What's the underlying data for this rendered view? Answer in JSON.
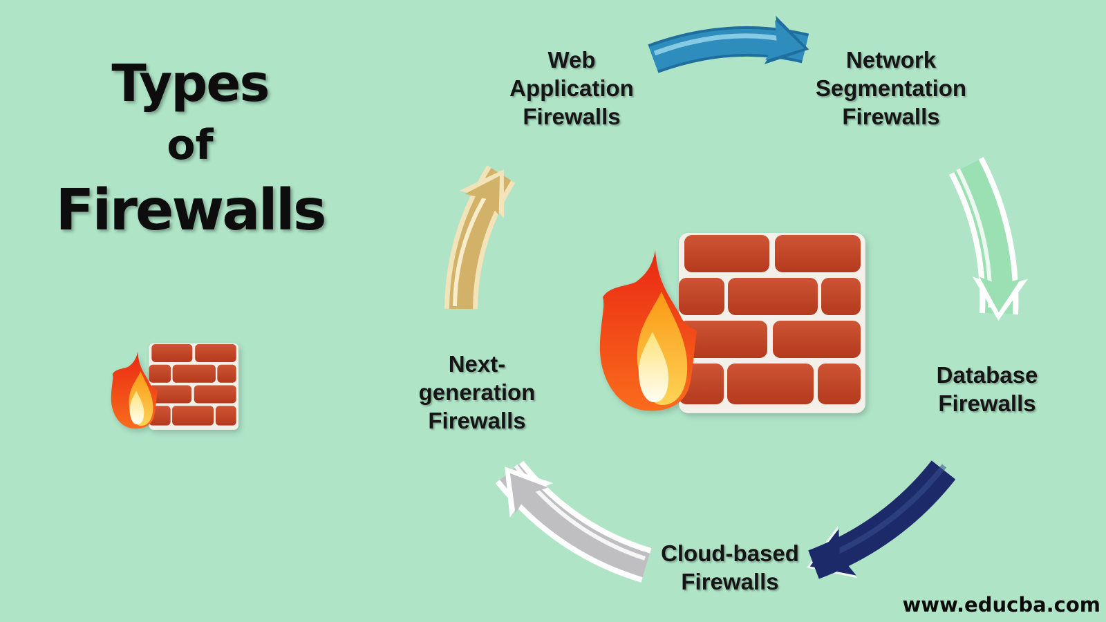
{
  "title": {
    "lines": [
      "Types",
      "of",
      "Firewalls"
    ]
  },
  "watermark": "www.educba.com",
  "nodes": {
    "web_application": {
      "lines": [
        "Web",
        "Application",
        "Firewalls"
      ]
    },
    "network_segmentation": {
      "lines": [
        "Network",
        "Segmentation",
        "Firewalls"
      ]
    },
    "database": {
      "lines": [
        "Database",
        "Firewalls"
      ]
    },
    "cloud_based": {
      "lines": [
        "Cloud-based",
        "Firewalls"
      ]
    },
    "next_generation": {
      "lines": [
        "Next-",
        "generation",
        "Firewalls"
      ]
    }
  },
  "arrows": {
    "blue": {
      "color": "#2f8dbd",
      "edge_color": "#1f6f9e",
      "from": "Web Application Firewalls",
      "to": "Network Segmentation Firewalls"
    },
    "green": {
      "color": "#9be0b3",
      "outline_color": "#ffffff",
      "from": "Network Segmentation Firewalls",
      "to": "Database Firewalls"
    },
    "navy": {
      "color": "#1c2a6a",
      "from": "Database Firewalls",
      "to": "Cloud-based Firewalls"
    },
    "gray": {
      "color": "#bfbfc1",
      "outline_color": "#ffffff",
      "from": "Cloud-based Firewalls",
      "to": "Next-generation Firewalls"
    },
    "tan": {
      "color": "#d2b269",
      "outline_color": "#f2e3b8",
      "from": "Next-generation Firewalls",
      "to": "Web Application Firewalls"
    }
  },
  "colors": {
    "background": "#afe4c7",
    "text": "#0d0d0d",
    "panel": "#f3f0e9",
    "brick_light": "#cd5434",
    "brick_dark": "#b53a1e",
    "flame_red_top": "#e92813",
    "flame_red_bottom": "#fa6c1c",
    "flame_orange": "#fb9715",
    "flame_yellow": "#fdd457",
    "flame_core_top": "#fee27a",
    "flame_core_bottom": "#fffef2"
  }
}
